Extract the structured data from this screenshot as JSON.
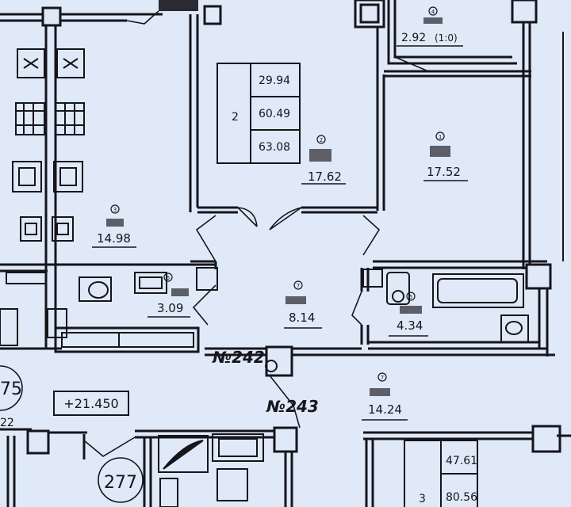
{
  "apartment_info": {
    "rooms": "2",
    "living_area": "29.94",
    "total_area": "60.49",
    "total_area_with_balcony": "63.08"
  },
  "apartment_info_2": {
    "rooms": "3",
    "living_area": "47.61",
    "total_area": "80.56"
  },
  "rooms": {
    "room_1": {
      "number": "1",
      "area": "17.52"
    },
    "room_2": {
      "number": "2",
      "area": "17.62"
    },
    "room_3": {
      "number": "3",
      "area": "14.98"
    },
    "room_4": {
      "number": "4",
      "area": "2.92"
    },
    "room_5": {
      "number": "5",
      "area": "4.34"
    },
    "room_6": {
      "number": "6",
      "area": "3.09"
    },
    "room_7": {
      "number": "7",
      "area": "8.14"
    },
    "room_8": {
      "number": "7",
      "area": "14.24"
    },
    "balcony_suffix": "(1:0)"
  },
  "apartment_numbers": {
    "apt_242": "№242",
    "apt_243": "№243",
    "apt_277": "277",
    "apt_275_partial": "75",
    "apt_partial_value": "22"
  },
  "level_mark": "+21.450"
}
